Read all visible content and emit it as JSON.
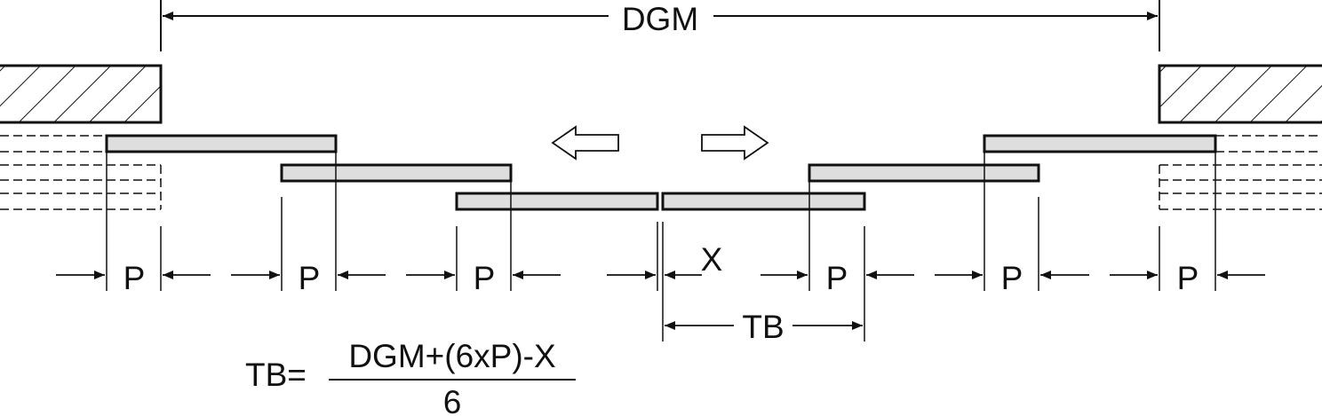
{
  "labels": {
    "overall_width": "DGM",
    "overlap": "P",
    "gap": "X",
    "panel_width": "TB"
  },
  "formula": {
    "lhs": "TB=",
    "numerator": "DGM+(6xP)-X",
    "denominator": "6"
  },
  "colors": {
    "line": "#111111",
    "panel_fill": "#dedede",
    "background": "#ffffff"
  },
  "icons": {
    "left_arrow": "hollow-arrow-left-icon",
    "right_arrow": "hollow-arrow-right-icon",
    "wall_hatch": "hatched-wall"
  }
}
